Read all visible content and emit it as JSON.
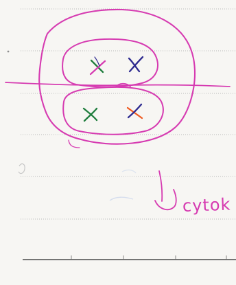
{
  "note": {
    "text": "cytok",
    "color": "#d63bb1"
  },
  "colors": {
    "paper": "#f7f6f3",
    "ruled_line": "#b9b9b9",
    "ink_pink": "#d63bb1",
    "chromosome_green": "#1f7d3d",
    "chromosome_purple": "#2d2a8f",
    "chromosome_pink": "#d63bb1",
    "chromosome_orange": "#ef5b22",
    "baseline": "#4a4a4a"
  },
  "diagram": {
    "type": "hand-drawn cell division sketch",
    "top_cell_marks": [
      {
        "name": "green-purple-x",
        "colors": [
          "#1f7d3d",
          "#d63bb1"
        ]
      },
      {
        "name": "purple-x",
        "colors": [
          "#2d2a8f",
          "#2d2a8f"
        ]
      }
    ],
    "bottom_cell_marks": [
      {
        "name": "green-x",
        "colors": [
          "#1f7d3d",
          "#1f7d3d"
        ]
      },
      {
        "name": "orange-purple-x",
        "colors": [
          "#ef5b22",
          "#2d2a8f"
        ]
      }
    ]
  }
}
